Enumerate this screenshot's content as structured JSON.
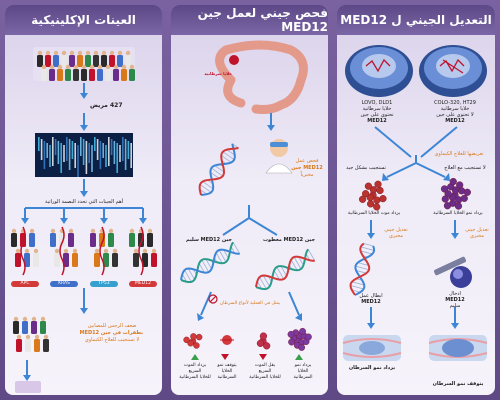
{
  "panels": {
    "samples": {
      "title": "العينات الإكلينيكية",
      "patients": "427 مريض",
      "genes_caption": "أهم الجينات التي تحدد البصمة الوراثية",
      "genes": [
        "APC",
        "KRAS",
        "TP53",
        "MED12"
      ],
      "genes_colors": [
        "#d23a3a",
        "#3f6fc9",
        "#35a0d0",
        "#d23a3a"
      ],
      "footnote_l1": "ضعف الرجس للمصابين",
      "footnote_l2": "بطفرات في جين MED12",
      "footnote_l3": "لا تستجيب للعلاج الكيماوي"
    },
    "screening": {
      "title": "فحص جيني لعمل جين MED12",
      "tumor_label": "خلايا سرطانية",
      "test_l1": "فحص عمل",
      "test_l2": "MED12 جين",
      "test_l3": "مخبرياً",
      "intact": "جين MED12 سليم",
      "mutated": "جين MED12 معطوب",
      "chemo_note": "يمثل في العملية لأنواع السرطان",
      "outcomes": [
        {
          "l1": "يزداد الموت",
          "l2": "السريع",
          "l3": "للخلايا السرطانية"
        },
        {
          "l1": "يتوقف نمو",
          "l2": "الخلايا",
          "l3": "السرطانية"
        },
        {
          "l1": "يقل الموت",
          "l2": "السريع",
          "l3": "للخلايا السرطانية"
        },
        {
          "l1": "يزداد نمو",
          "l2": "الخلايا",
          "l3": "السرطانية"
        }
      ]
    },
    "editing": {
      "title": "التعديل الجيني ل MED12",
      "cells_left_l1": "LOVO, DLD1",
      "cells_left_l2": "خلايا سرطانية",
      "cells_left_l3": "تحتوي على جين",
      "cells_left_l4": "MED12",
      "cells_right_l1": "COLO-320, HT29",
      "cells_right_l2": "خلايا سرطانية",
      "cells_right_l3": "لا تحتوي على جين",
      "cells_right_l4": "MED12",
      "chemo_note": "تعريضها للعلاج الكيماوي",
      "respond": "تستجيب بشكل جيد",
      "not_respond": "لا تستجيب مع العلاج",
      "death": "يزداد موت الخلايا السرطانية",
      "growth": "يزداد نمو الخلايا السرطانية",
      "edit_label_l1": "تعديل جيني",
      "edit_label_l2": "مخبري",
      "edit_label_r1": "تعديل جيني",
      "edit_label_r2": "مخبري",
      "disable_l1": "ابطال عمل",
      "disable_l2": "MED12",
      "restore_l1": "ادخال",
      "restore_l2": "MED12",
      "restore_l3": "سليم",
      "stop_cancer": "يتوقف نمو السرطان",
      "grow_cancer": "يزداد نمو السرطان"
    }
  },
  "colors": {
    "arrow": "#3d86d6",
    "red_text": "#c0122a",
    "orange": "#e08a1e",
    "header": "#5c4886"
  }
}
